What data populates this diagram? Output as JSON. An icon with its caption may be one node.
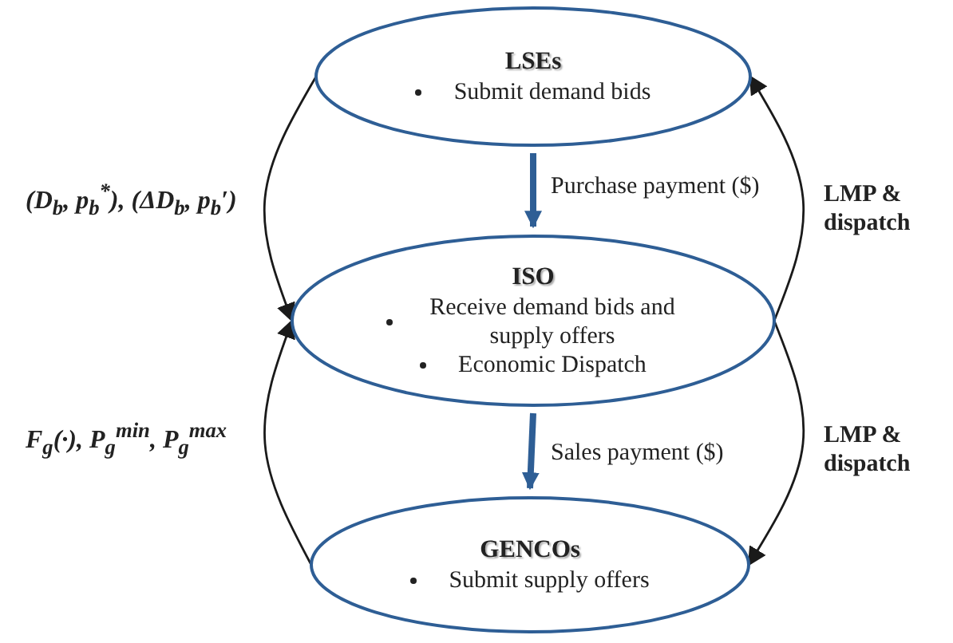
{
  "diagram": {
    "nodes": [
      {
        "text": [
          "LSEs",
          "Submit demand bids"
        ]
      },
      {
        "text": [
          "ISO",
          "Receive demand bids and supply offers",
          "Economic Dispatch"
        ]
      },
      {
        "text": [
          "GENCOs",
          "Submit supply offers"
        ]
      }
    ],
    "edges": [
      {
        "from": 0,
        "to": 1,
        "arrow": "to",
        "label": "Purchase payment ($)",
        "style": "thick",
        "color": "#2e5e95"
      },
      {
        "from": 1,
        "to": 2,
        "arrow": "to",
        "label": "Sales payment ($)",
        "style": "thick",
        "color": "#2e5e95"
      },
      {
        "from": 0,
        "to": 1,
        "arrow": "to",
        "label": "(D$_{b}$, p$_{b}$$^{*}$), (ΔD$_{b}$, p$_{b}$′)"
      },
      {
        "from": 1,
        "to": 0,
        "arrow": "to",
        "label": "LMP & dispatch"
      },
      {
        "from": 2,
        "to": 1,
        "arrow": "to",
        "label": "F$_{g}$(·), P$_{g}$$^{min}$, P$_{g}$$^{max}$"
      },
      {
        "from": 1,
        "to": 2,
        "arrow": "to",
        "label": "LMP & dispatch"
      }
    ]
  }
}
